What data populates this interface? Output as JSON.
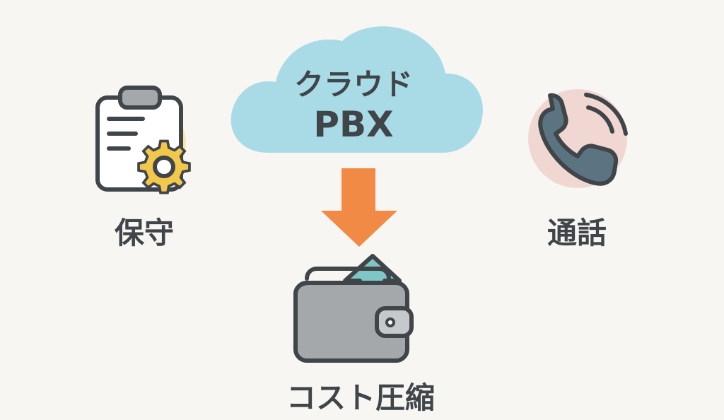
{
  "cloud": {
    "line1": "クラウド",
    "line2": "PBX"
  },
  "left": {
    "label": "保守",
    "icon": "clipboard-gear-icon"
  },
  "right": {
    "label": "通話",
    "icon": "phone-handset-icon"
  },
  "bottom": {
    "label": "コスト圧縮",
    "icon": "wallet-up-arrow-icon"
  },
  "arrow": {
    "icon": "arrow-down-icon"
  },
  "colors": {
    "background": "#f8f6f3",
    "cloud": "#a9dbe7",
    "arrow": "#f08a45",
    "outline": "#3f4548",
    "gear": "#f1c84b",
    "left_circle": "#f9e3aa",
    "right_circle": "#f1d7d2",
    "phone": "#5c7481",
    "wallet": "#a4a8ab",
    "up_arrow": "#7fc6c6"
  }
}
